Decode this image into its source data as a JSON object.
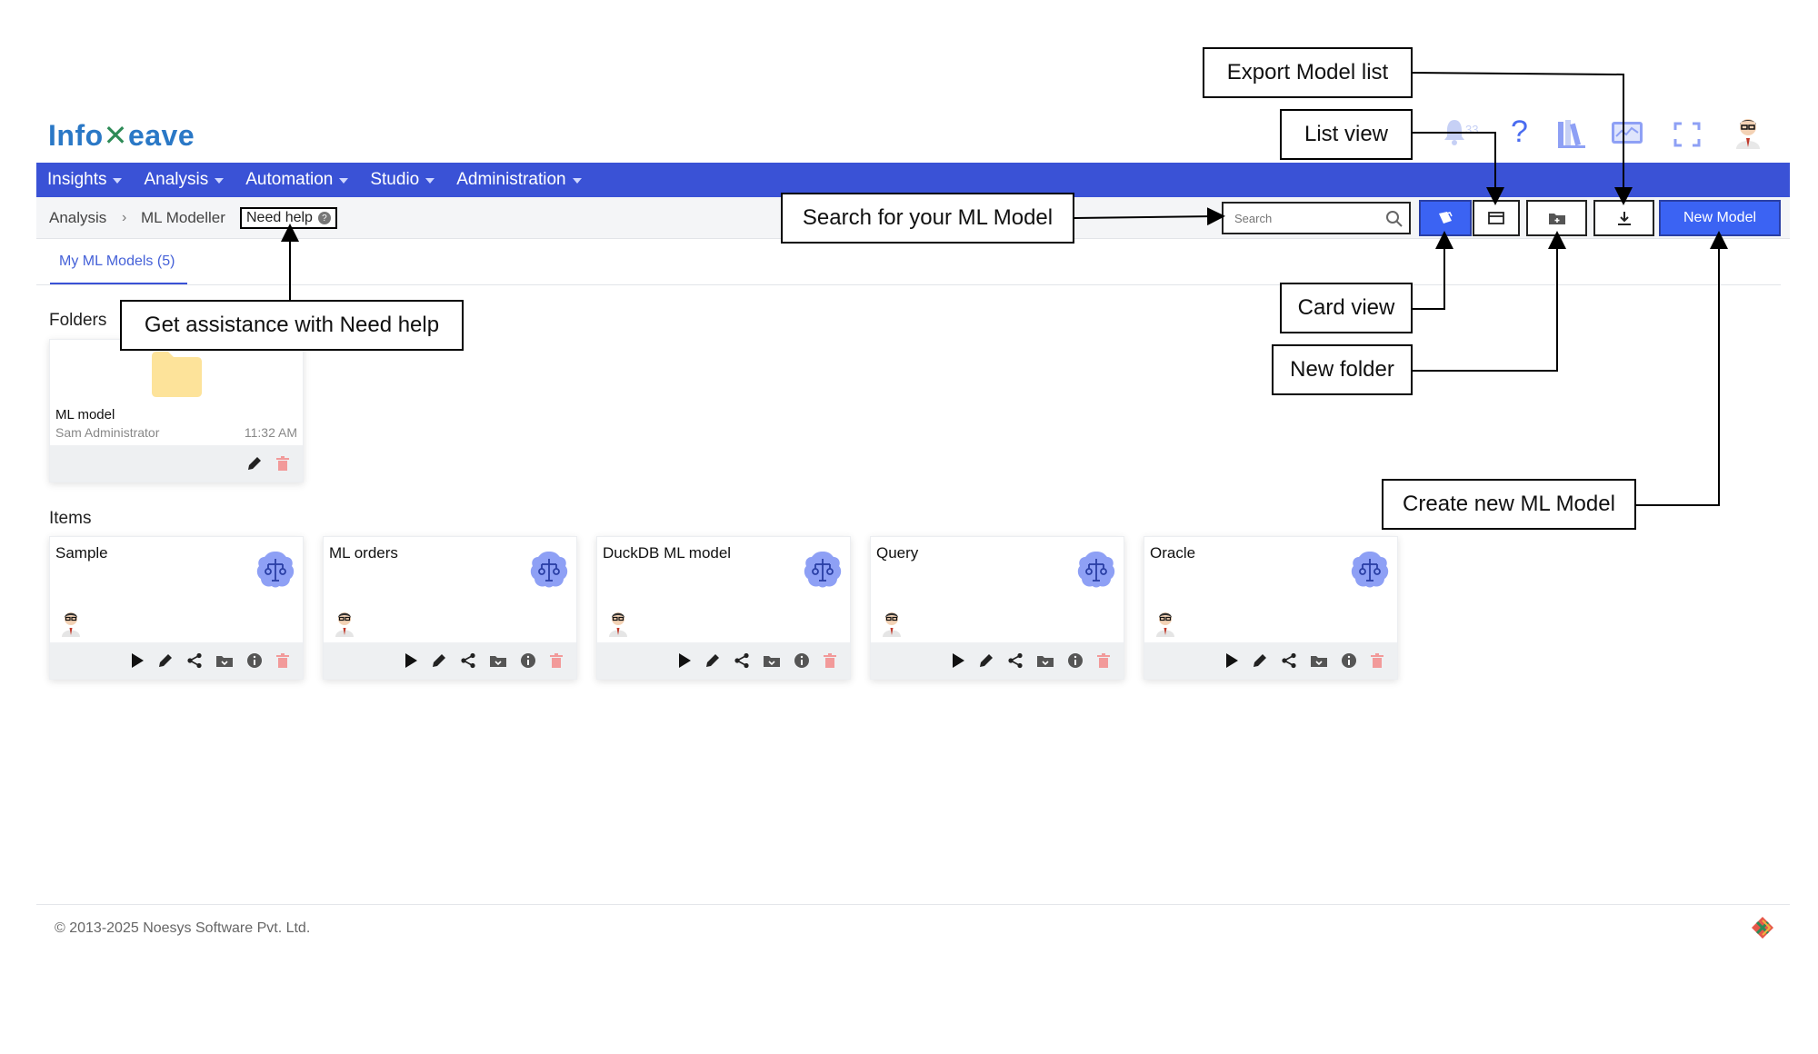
{
  "brand": {
    "logo_text_1": "Info",
    "logo_text_2": "eave"
  },
  "header": {
    "notification_count": "33"
  },
  "nav": [
    {
      "label": "Insights"
    },
    {
      "label": "Analysis"
    },
    {
      "label": "Automation"
    },
    {
      "label": "Studio"
    },
    {
      "label": "Administration"
    }
  ],
  "breadcrumb": {
    "root": "Analysis",
    "current": "ML Modeller",
    "need_help": "Need help",
    "need_help_icon": "?"
  },
  "search": {
    "placeholder": "Search"
  },
  "toolbar": {
    "new_model_label": "New Model"
  },
  "tabs": [
    {
      "label": "My ML Models (5)"
    }
  ],
  "folders_label": "Folders",
  "items_label": "Items",
  "folders": [
    {
      "name": "ML model",
      "owner": "Sam Administrator",
      "time": "11:32 AM"
    }
  ],
  "items": [
    {
      "title": "Sample"
    },
    {
      "title": "ML orders"
    },
    {
      "title": "DuckDB ML model"
    },
    {
      "title": "Query"
    },
    {
      "title": "Oracle"
    }
  ],
  "callouts": {
    "export": "Export Model list",
    "list_view": "List view",
    "search": "Search for your ML Model",
    "card_view": "Card view",
    "new_folder": "New folder",
    "create_model": "Create new ML Model",
    "need_help": "Get assistance with Need help"
  },
  "footer": {
    "copyright": "© 2013-2025 Noesys Software Pvt. Ltd."
  },
  "colors": {
    "nav_bg": "#3a52d6",
    "primary_button": "#3b63f3",
    "delete": "#f29a9a",
    "brain": "#7d90f2"
  }
}
